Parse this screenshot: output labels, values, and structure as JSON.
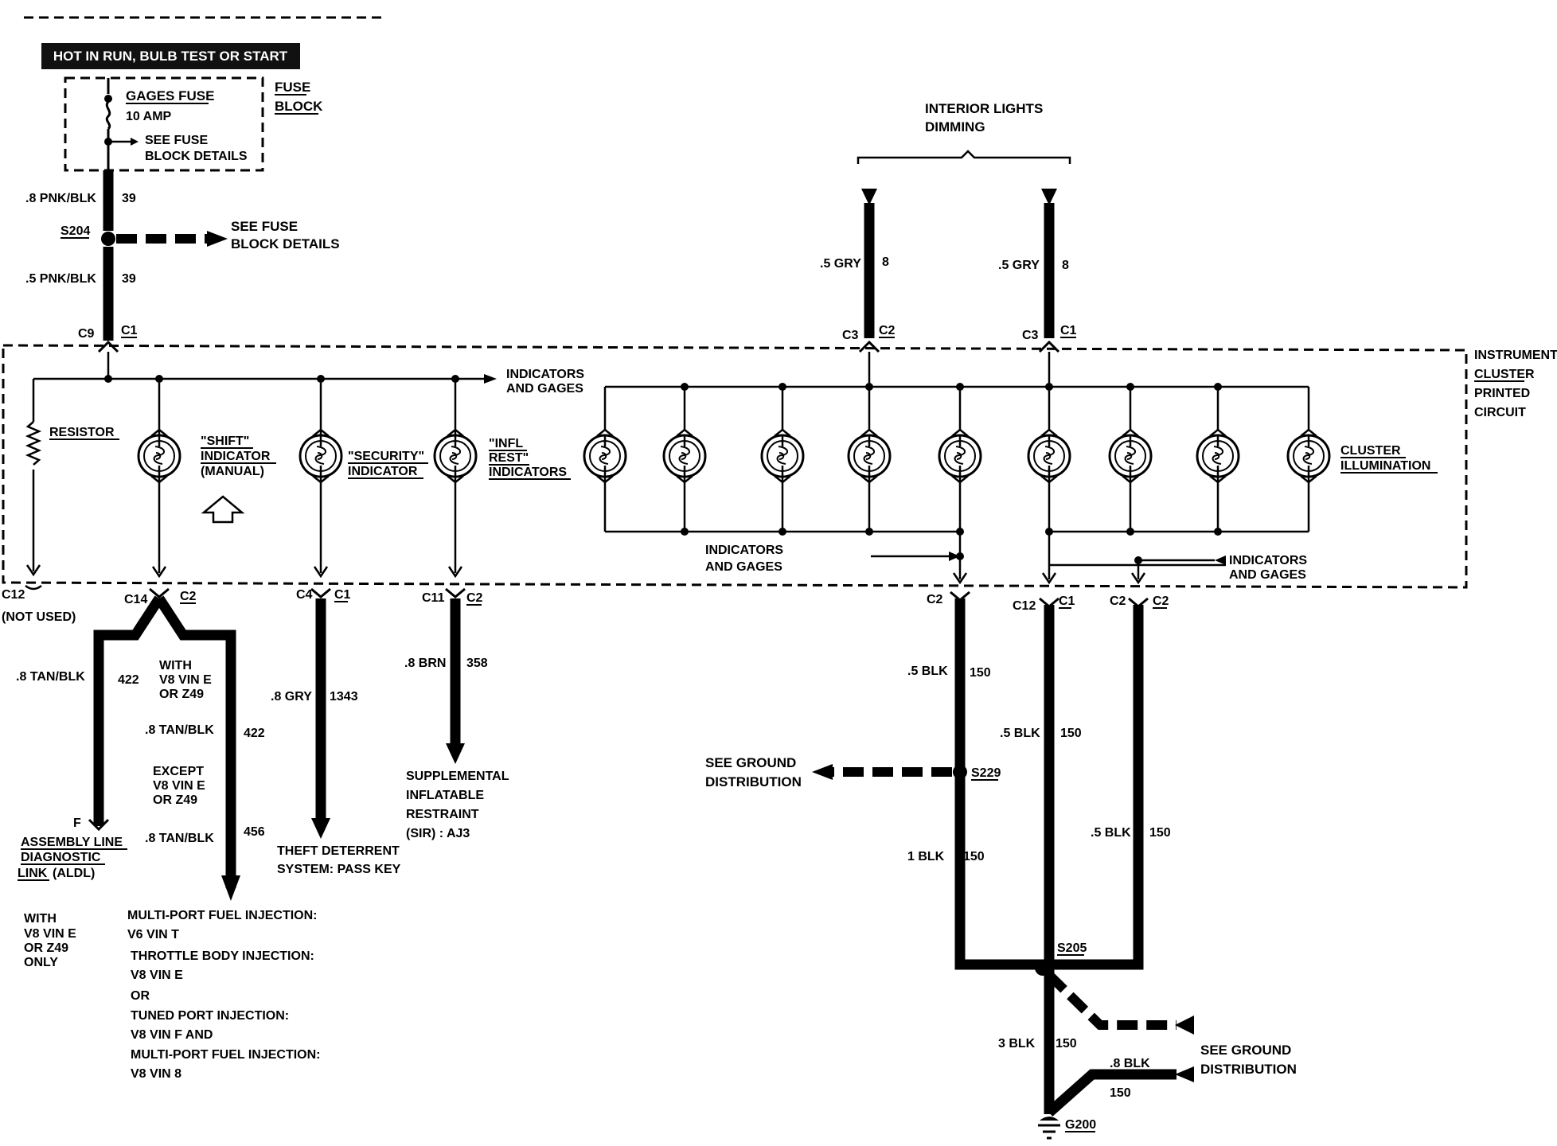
{
  "power_header": "HOT IN RUN, BULB TEST OR START",
  "fuse_block": {
    "fuse_name": "GAGES FUSE",
    "fuse_rating": "10 AMP",
    "see_fuse_1": "SEE FUSE",
    "see_fuse_2": "BLOCK DETAILS",
    "block_label_1": "FUSE",
    "block_label_2": "BLOCK"
  },
  "feed": {
    "wire_top_color": ".8 PNK/BLK",
    "wire_top_circuit": "39",
    "splice": "S204",
    "splice_note_1": "SEE FUSE",
    "splice_note_2": "BLOCK DETAILS",
    "wire_bottom_color": ".5 PNK/BLK",
    "wire_bottom_circuit": "39",
    "conn_left": "C9",
    "conn_right": "C1"
  },
  "interior_dimming": {
    "label_1": "INTERIOR LIGHTS",
    "label_2": "DIMMING",
    "left_wire_color": ".5 GRY",
    "left_wire_circuit": "8",
    "left_conn_a": "C3",
    "left_conn_b": "C2",
    "right_wire_color": ".5 GRY",
    "right_wire_circuit": "8",
    "right_conn_a": "C3",
    "right_conn_b": "C1"
  },
  "cluster": {
    "name_1": "INSTRUMENT",
    "name_2": "CLUSTER",
    "name_3": "PRINTED",
    "name_4": "CIRCUIT",
    "indicators_gages_top_1": "INDICATORS",
    "indicators_gages_top_2": "AND GAGES",
    "resistor": "RESISTOR",
    "shift_1": "\"SHIFT\"",
    "shift_2": "INDICATOR",
    "shift_3": "(MANUAL)",
    "security_1": "\"SECURITY\"",
    "security_2": "INDICATOR",
    "infl_1": "\"INFL",
    "infl_2": "REST\"",
    "infl_3": "INDICATORS",
    "cluster_illum_1": "CLUSTER",
    "cluster_illum_2": "ILLUMINATION",
    "ind_gages_mid_1": "INDICATORS",
    "ind_gages_mid_2": "AND GAGES",
    "ind_gages_right_1": "INDICATORS",
    "ind_gages_right_2": "AND GAGES"
  },
  "outputs": {
    "c12_a": "C12",
    "c12_note": "(NOT USED)",
    "c14_a": "C14",
    "c14_b": "C2",
    "c4_a": "C4",
    "c4_b": "C1",
    "c11_a": "C11",
    "c11_b": "C2",
    "gnd_left_a": "C2",
    "gnd_mid_a": "C12",
    "gnd_mid_b": "C1",
    "gnd_right_a": "C2",
    "gnd_right_b": "C2"
  },
  "aldl_branch": {
    "wire_color": ".8 TAN/BLK",
    "wire_circuit": "422",
    "with_1": "WITH",
    "with_2": "V8 VIN E",
    "with_3": "OR Z49",
    "wire2_color": ".8 TAN/BLK",
    "wire2_circuit": "422",
    "except_1": "EXCEPT",
    "except_2": "V8 VIN E",
    "except_3": "OR Z49",
    "wire3_color": ".8 TAN/BLK",
    "wire3_circuit": "456",
    "term": "F",
    "aldl_1": "ASSEMBLY LINE",
    "aldl_2": "DIAGNOSTIC",
    "aldl_3a": "LINK",
    "aldl_3b": "(ALDL)",
    "only_1": "WITH",
    "only_2": "V8 VIN E",
    "only_3": "OR Z49",
    "only_4": "ONLY",
    "fi_1": "MULTI-PORT FUEL INJECTION:",
    "fi_2": "V6 VIN T",
    "fi_3": "THROTTLE BODY INJECTION:",
    "fi_4": "V8 VIN E",
    "fi_5": "OR",
    "fi_6": "TUNED PORT INJECTION:",
    "fi_7": "V8 VIN F AND",
    "fi_8": "MULTI-PORT FUEL INJECTION:",
    "fi_9": "V8 VIN 8"
  },
  "theft": {
    "wire_color": ".8 GRY",
    "wire_circuit": "1343",
    "dest_1": "THEFT DETERRENT",
    "dest_2": "SYSTEM: PASS KEY"
  },
  "sir": {
    "wire_color": ".8 BRN",
    "wire_circuit": "358",
    "dest_1": "SUPPLEMENTAL",
    "dest_2": "INFLATABLE",
    "dest_3": "RESTRAINT",
    "dest_4": "(SIR) : AJ3"
  },
  "ground": {
    "w1_color": ".5 BLK",
    "w1_circuit": "150",
    "w2_color": ".5 BLK",
    "w2_circuit": "150",
    "see_ground_1": "SEE GROUND",
    "see_ground_2": "DISTRIBUTION",
    "s229": "S229",
    "w3_color": "1 BLK",
    "w3_circuit": "150",
    "w4_color": ".5 BLK",
    "w4_circuit": "150",
    "s205": "S205",
    "w5_color": "3 BLK",
    "w5_circuit": "150",
    "w6_color": ".8 BLK",
    "w6_circuit": "150",
    "see_ground_b_1": "SEE GROUND",
    "see_ground_b_2": "DISTRIBUTION",
    "g200": "G200"
  }
}
